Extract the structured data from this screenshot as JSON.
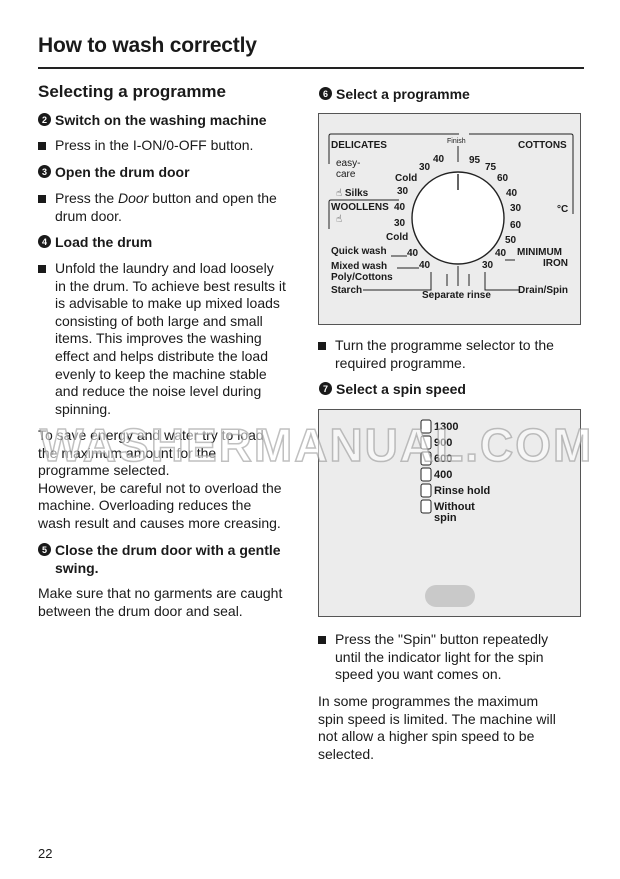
{
  "page_title": "How to wash correctly",
  "left": {
    "section_title": "Selecting a programme",
    "step2": {
      "num": "2",
      "title": "Switch on the washing machine",
      "bullet": "Press in the I-ON/0-OFF button."
    },
    "step3": {
      "num": "3",
      "title": "Open the drum door",
      "bullet_pre": "Press the ",
      "bullet_em": "Door",
      "bullet_post": " button and open the",
      "bullet_line2": "drum door."
    },
    "step4": {
      "num": "4",
      "title": "Load the drum",
      "lines": [
        "Unfold the laundry and load loosely",
        "in the drum. To achieve best results it",
        "is advisable to make up mixed loads",
        "consisting of both large and small",
        "items. This improves the washing",
        "effect and helps distribute the load",
        "evenly to keep the machine stable",
        "and reduce the noise level during",
        "spinning."
      ]
    },
    "energy_lines": [
      "To save energy and water try to load",
      "the maximum amount for the",
      "programme selected.",
      "However, be careful not to overload the",
      "machine. Overloading reduces the",
      "wash result and causes more creasing."
    ],
    "step5": {
      "num": "5",
      "title_l1": "Close the drum door with a gentle",
      "title_l2": "swing."
    },
    "close_lines": [
      "Make sure that no garments are caught",
      "between the drum door and seal."
    ]
  },
  "right": {
    "step6": {
      "num": "6",
      "title": "Select a programme"
    },
    "dial": {
      "finish": "Finish",
      "delicates": "DELICATES",
      "cottons": "COTTONS",
      "easy_care_1": "easy-",
      "easy_care_2": "care",
      "silks": "Silks",
      "woollens": "WOOLLENS",
      "quick_wash": "Quick wash",
      "mixed_wash_1": "Mixed wash",
      "mixed_wash_2": "Poly/Cottons",
      "starch": "Starch",
      "separate_rinse": "Separate rinse",
      "drain_spin": "Drain/Spin",
      "minimum": "MINIMUM",
      "iron": "IRON",
      "deg_c": "°C",
      "cold_a": "Cold",
      "cold_b": "Cold",
      "t_30a": "30",
      "t_40a": "40",
      "t_30b": "30",
      "t_40b": "40",
      "t_30c": "30",
      "t_40c": "40",
      "t_40d": "40",
      "t_95": "95",
      "t_75": "75",
      "t_60a": "60",
      "t_40e": "40",
      "t_30d": "30",
      "t_60b": "60",
      "t_50": "50",
      "t_40f": "40",
      "t_30e": "30"
    },
    "step6_bullet_l1": "Turn the programme selector to the",
    "step6_bullet_l2": "required programme.",
    "step7": {
      "num": "7",
      "title": "Select a spin speed"
    },
    "spin_options": [
      "1300",
      "900",
      "600",
      "400",
      "Rinse hold",
      "Without"
    ],
    "spin_without_2": "spin",
    "step7_bullet_lines": [
      "Press the \"Spin\" button repeatedly",
      "until the indicator light for the spin",
      "speed you want comes on."
    ],
    "note_lines": [
      "In some programmes the maximum",
      "spin speed is limited. The machine will",
      "not allow a higher spin speed to be",
      "selected."
    ]
  },
  "watermark": "WASHERMANUAL.COM",
  "page_number": "22"
}
